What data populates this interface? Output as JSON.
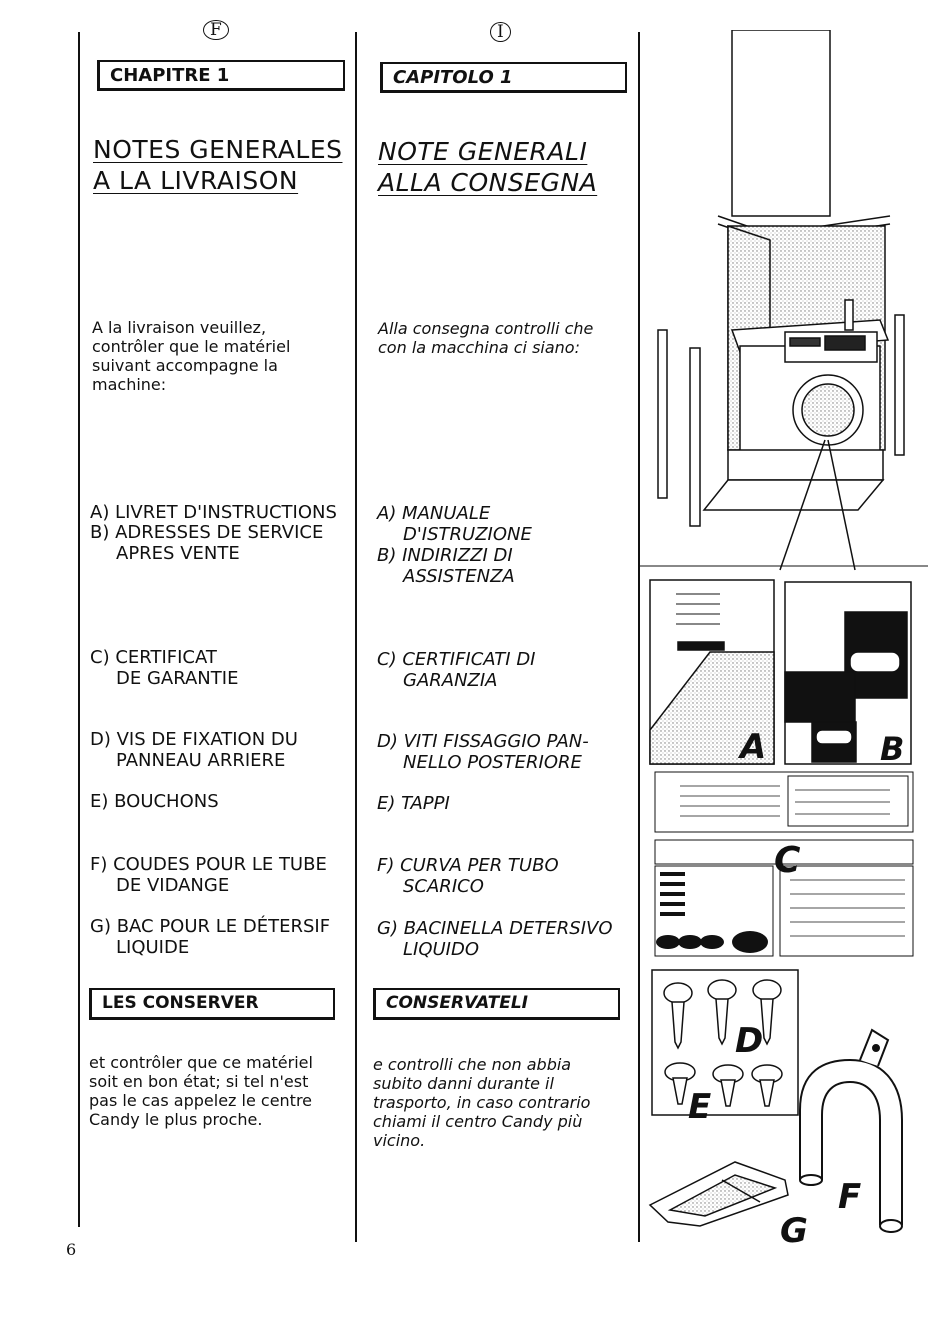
{
  "page_number": "6",
  "lang_fr": "F",
  "lang_it": "I",
  "fr": {
    "chapter": "CHAPITRE 1",
    "title_line1": "NOTES GENERALES",
    "title_line2": "A LA LIVRAISON",
    "intro": [
      "A la livraison veuillez,",
      "contrôler que le matériel",
      "suivant accompagne la",
      "machine:"
    ],
    "item_a": "A) LIVRET D'INSTRUCTIONS",
    "item_b1": "B) ADRESSES DE SERVICE",
    "item_b2": "APRES VENTE",
    "item_c1": "C) CERTIFICAT",
    "item_c2": "DE GARANTIE",
    "item_d1": "D) VIS DE FIXATION DU",
    "item_d2": "PANNEAU ARRIERE",
    "item_e": "E) BOUCHONS",
    "item_f1": "F) COUDES POUR LE TUBE",
    "item_f2": "DE VIDANGE",
    "item_g1": "G) BAC POUR LE DÉTERSIF",
    "item_g2": "LIQUIDE",
    "keep_box": "LES CONSERVER",
    "outro": [
      "et contrôler que ce matériel",
      "soit en bon état; si tel n'est",
      "pas le cas appelez le centre",
      "Candy le plus proche."
    ]
  },
  "it": {
    "chapter": "CAPITOLO 1",
    "title_line1": "NOTE GENERALI",
    "title_line2": "ALLA CONSEGNA",
    "intro": [
      "Alla consegna controlli che",
      "con la macchina ci siano:"
    ],
    "item_a1": "A) MANUALE",
    "item_a2": "D'ISTRUZIONE",
    "item_b1": "B) INDIRIZZI DI",
    "item_b2": "ASSISTENZA",
    "item_c1": "C) CERTIFICATI DI",
    "item_c2": "GARANZIA",
    "item_d1": "D) VITI FISSAGGIO PAN-",
    "item_d2": "NELLO POSTERIORE",
    "item_e": "E) TAPPI",
    "item_f1": "F) CURVA PER TUBO",
    "item_f2": "SCARICO",
    "item_g1": "G) BACINELLA DETERSIVO",
    "item_g2": "LIQUIDO",
    "keep_box": "CONSERVATELI",
    "outro": [
      "e controlli che non abbia",
      "subito danni durante il",
      "trasporto, in caso contrario",
      "chiami il centro Candy più",
      "vicino."
    ]
  },
  "figure": {
    "label_a": "A",
    "label_b": "B",
    "label_c": "C",
    "label_d": "D",
    "label_e": "E",
    "label_f": "F",
    "label_g": "G"
  }
}
